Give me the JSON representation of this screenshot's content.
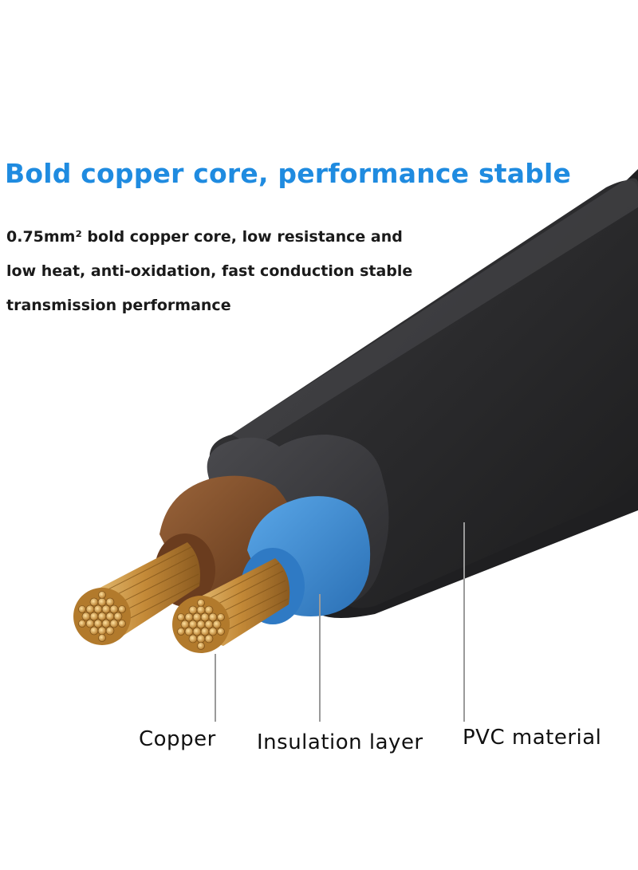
{
  "headline": {
    "text": "Bold copper core, performance stable",
    "color": "#1f8be0"
  },
  "description": {
    "lines": [
      "0.75mm² bold copper core, low resistance and",
      "low heat, anti-oxidation, fast conduction stable",
      "transmission performance"
    ]
  },
  "callouts": {
    "copper": "Copper",
    "insulation": "Insulation layer",
    "pvc": "PVC material"
  },
  "colors": {
    "jacket": "#2b2b2d",
    "brown_insulation": "#7a4a2a",
    "blue_insulation": "#3f8fd6",
    "copper": "#c9953f"
  }
}
